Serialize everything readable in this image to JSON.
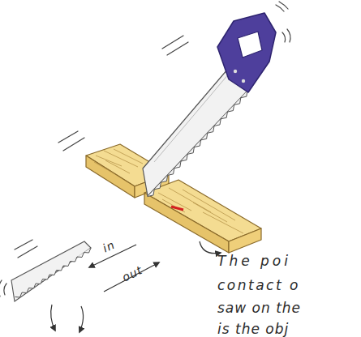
{
  "diagram": {
    "labels": [
      "in",
      "out",
      "The poi",
      "contact o",
      "saw on the",
      "is the obj"
    ]
  }
}
